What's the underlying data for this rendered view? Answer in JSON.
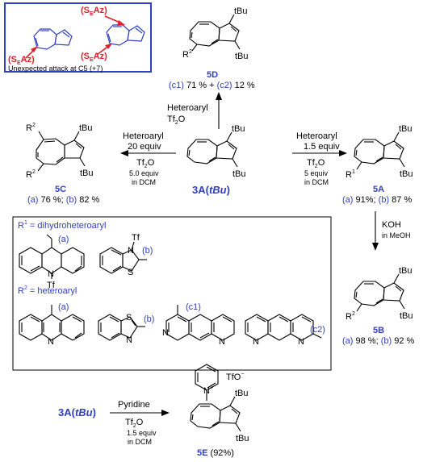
{
  "inset": {
    "label_top": "(S",
    "label_top_sub": "E",
    "label_top_end": "Az)",
    "label_left": "(S",
    "label_left_sub": "E",
    "label_left_end": "Az)",
    "label_right": "(S",
    "label_right_sub": "E",
    "label_right_end": "Az)",
    "caption": "Unexpected attack at C5 (+7)",
    "colors": {
      "border": "#2f3fbf",
      "ring": "#2f3fbf",
      "arrow": "#e0202a"
    }
  },
  "compounds": {
    "start": {
      "name": "3A",
      "name_suffix_open": "(",
      "name_suffix": "tBu",
      "name_suffix_close": ")",
      "tbu_top": "tBu",
      "tbu_bottom": "tBu"
    },
    "d": {
      "name": "5D",
      "r": "R",
      "r_sup": "2",
      "tbu_top": "tBu",
      "tbu_bottom": "tBu",
      "yield_a": "(c1)",
      "yield_a_val": "71 % + ",
      "yield_b": "(c2)",
      "yield_b_val": "12 %"
    },
    "c": {
      "name": "5C",
      "r_top": "R",
      "r_top_sup": "2",
      "r_bot": "R",
      "r_bot_sup": "2",
      "tbu_top": "tBu",
      "tbu_bottom": "tBu",
      "yield_a": "(a)",
      "yield_a_val": "76 %; ",
      "yield_b": "(b)",
      "yield_b_val": "82 %"
    },
    "a": {
      "name": "5A",
      "r": "R",
      "r_sup": "1",
      "tbu_top": "tBu",
      "tbu_bottom": "tBu",
      "yield_a": "(a)",
      "yield_a_val": "91%; ",
      "yield_b": "(b)",
      "yield_b_val": "87 %"
    },
    "b": {
      "name": "5B",
      "r": "R",
      "r_sup": "2",
      "tbu_top": "tBu",
      "tbu_bottom": "tBu",
      "yield_a": "(a)",
      "yield_a_val": "98 %; ",
      "yield_b": "(b)",
      "yield_b_val": "92 %"
    },
    "e": {
      "name": "5E",
      "yield": "(92%)",
      "counter_ion": "TfO",
      "counter_sup": "−",
      "n_plus": "N",
      "n_plus_sup": "+",
      "tbu_top": "tBu",
      "tbu_bottom": "tBu"
    },
    "start2": {
      "name": "3A",
      "name_suffix_open": "(",
      "name_suffix": "tBu",
      "name_suffix_close": ")"
    }
  },
  "arrows": {
    "up": {
      "line1": "Heteroaryl",
      "line2": "Tf",
      "line2_sub": "2",
      "line2_end": "O"
    },
    "left": {
      "line1": "Heteroaryl",
      "line2": "20 equiv",
      "line3": "Tf",
      "line3_sub": "2",
      "line3_end": "O",
      "line4": "5.0 equiv",
      "line5": "in DCM"
    },
    "right": {
      "line1": "Heteroaryl",
      "line2": "1.5 equiv",
      "line3": "Tf",
      "line3_sub": "2",
      "line3_end": "O",
      "line4": "5 equiv",
      "line5": "in DCM"
    },
    "down": {
      "line1": "KOH",
      "line2": "in MeOH"
    },
    "bottom": {
      "line1": "Pyridine",
      "line2": "Tf",
      "line2_sub": "2",
      "line2_end": "O",
      "line3": "1.5 equiv",
      "line4": "in DCM"
    }
  },
  "legend_box": {
    "r1_label": "R",
    "r1_sup": "1",
    "r1_text": " = dihydroheteroaryl",
    "r2_label": "R",
    "r2_sup": "2",
    "r2_text": " = heteroaryl",
    "tag_a1": "(a)",
    "tag_b1": "(b)",
    "tag_a2": "(a)",
    "tag_b2": "(b)",
    "tag_c1": "(c1)",
    "tag_c2": "(c2)",
    "tf_n": "N",
    "tf_n_label": "Tf",
    "tf_b_n": "N",
    "tf_b_label": "Tf",
    "s_b1": "S",
    "n_a2": "N",
    "s_b2": "S",
    "n_b2": "N",
    "n_c1a": "N",
    "n_c1b": "N",
    "n_c2a": "N",
    "n_c2b": "N"
  }
}
